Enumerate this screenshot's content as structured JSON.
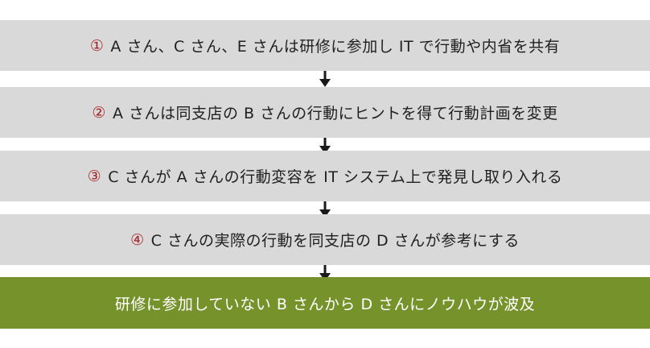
{
  "steps": [
    {
      "num": "①",
      "text": "A さん、C さん、E さんは研修に参加し IT で行動や内省を共有"
    },
    {
      "num": "②",
      "text": "A さんは同支店の B さんの行動にヒントを得て行動計画を変更"
    },
    {
      "num": "③",
      "text": "C さんが A さんの行動変容を IT システム上で発見し取り入れる"
    },
    {
      "num": "④",
      "text": "C さんの実際の行動を同支店の D さんが参考にする"
    }
  ],
  "result": {
    "text": "研修に参加していない B さんから D さんにノウハウが波及"
  },
  "colors": {
    "step_bg": "#d9d9d9",
    "result_bg": "#76922b",
    "number": "#a5252a",
    "arrow": "#1a1a1a"
  }
}
